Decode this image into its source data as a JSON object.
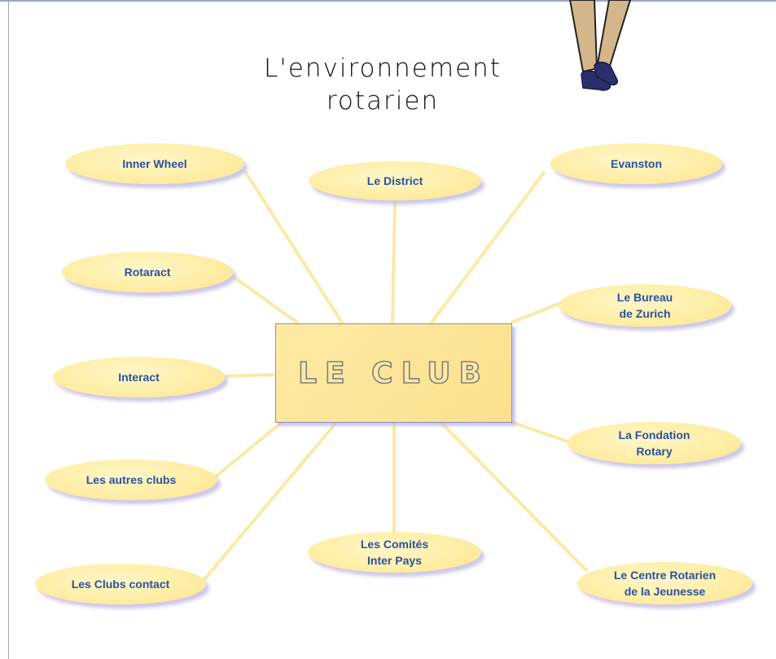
{
  "title": {
    "line1": "L'environnement",
    "line2": "rotarien"
  },
  "center": {
    "label": "LE CLUB"
  },
  "nodes": {
    "inner_wheel": "Inner Wheel",
    "le_district": "Le District",
    "evanston": "Evanston",
    "rotaract": "Rotaract",
    "bureau_zurich": "Le Bureau\nde Zurich",
    "interact": "Interact",
    "fondation_rotary": "La Fondation\nRotary",
    "autres_clubs": "Les autres clubs",
    "comites_inter_pays": "Les Comités\nInter Pays",
    "clubs_contact": "Les Clubs contact",
    "centre_rotarien_jeunesse": "Le Centre Rotarien\nde la Jeunesse"
  },
  "colors": {
    "bubble_fill": "#fff1b0",
    "bubble_text": "#2a52a0",
    "connector": "#fbe9a6",
    "center_fill": "#fbe395",
    "center_border": "#8c8fc6",
    "frame": "#9aa6c8"
  },
  "illustration": "legs-with-shoes"
}
